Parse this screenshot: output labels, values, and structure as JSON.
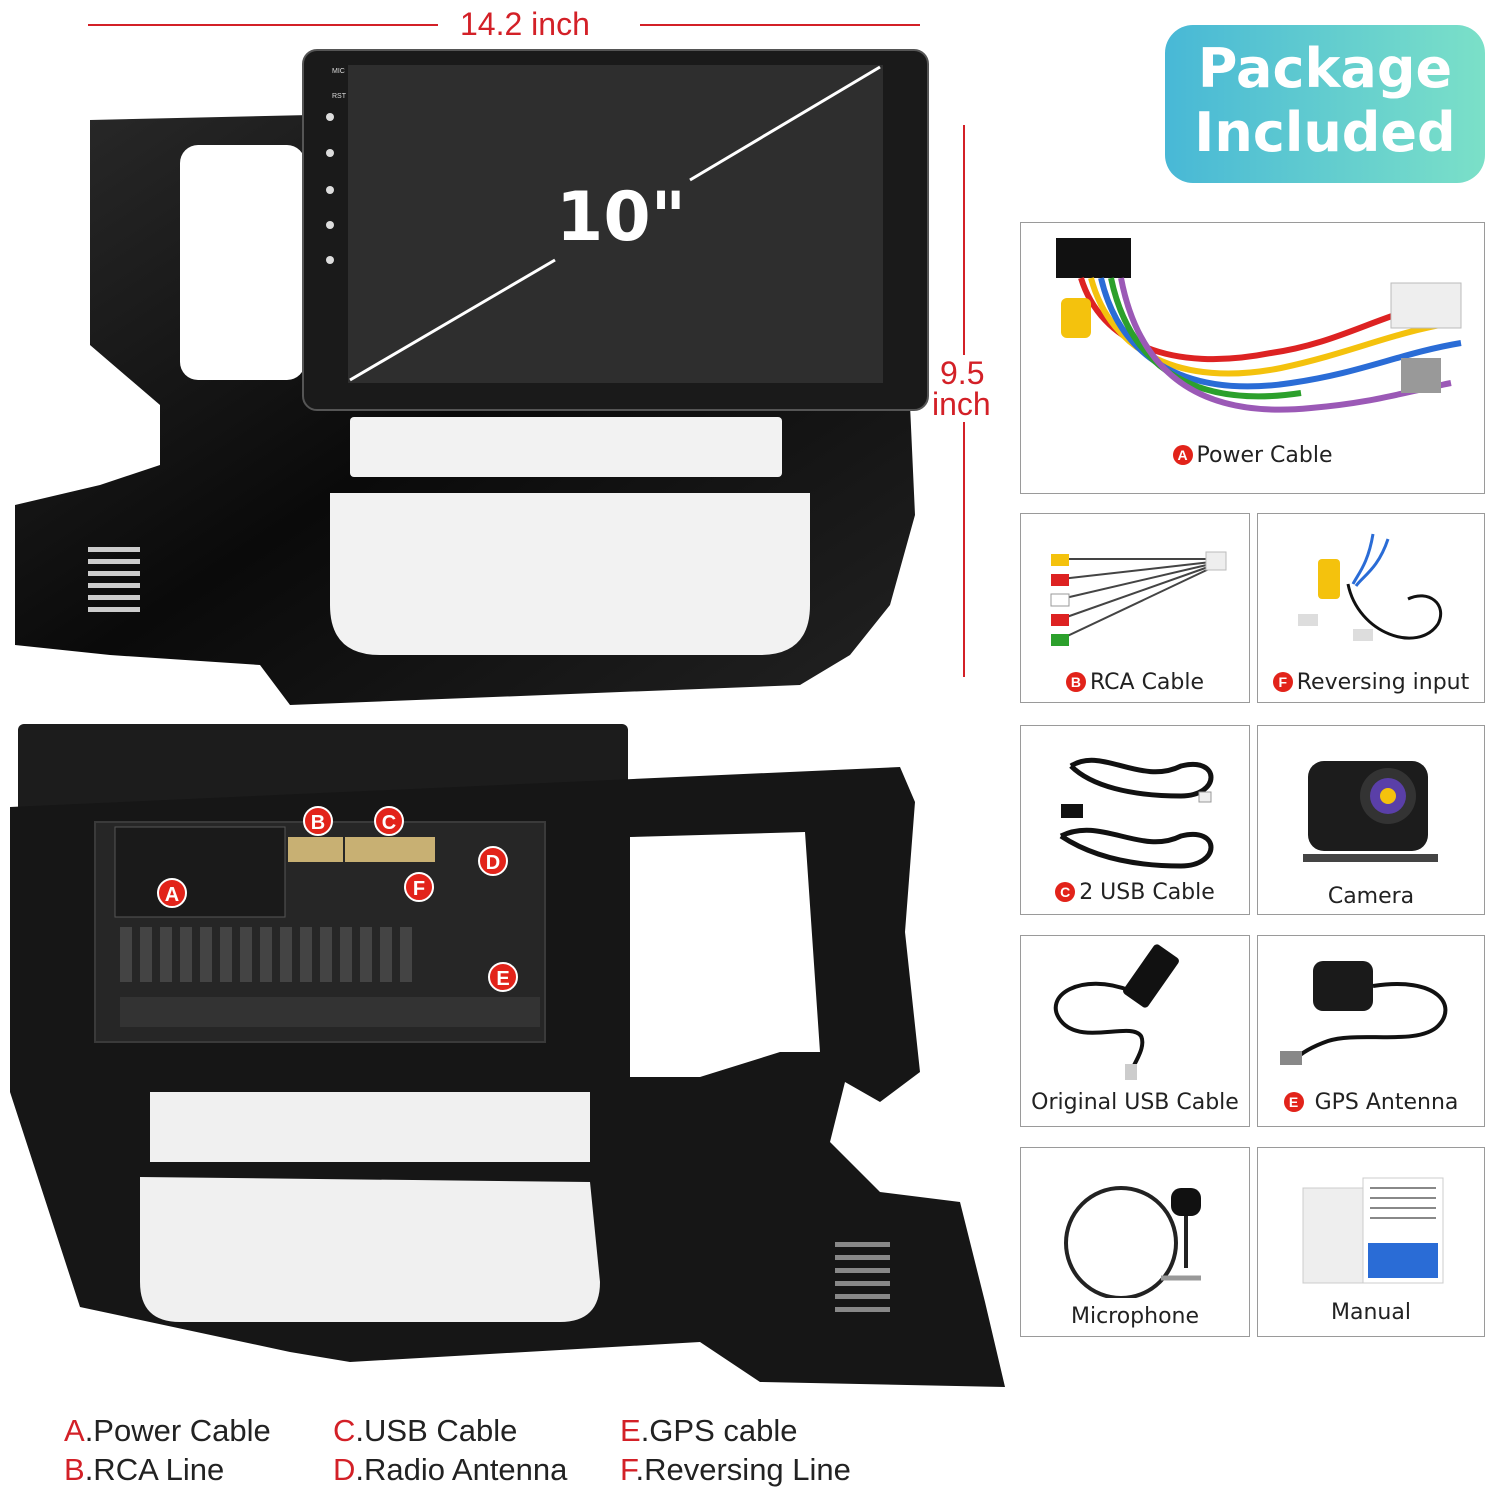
{
  "dimensions": {
    "width_label": "14.2 inch",
    "height_value": "9.5",
    "height_unit": "inch",
    "screen_size": "10\""
  },
  "side_buttons": [
    "MIC",
    "RST"
  ],
  "package": {
    "title_line1": "Package",
    "title_line2": "Included",
    "items": [
      {
        "badge": "A",
        "label": "Power Cable"
      },
      {
        "badge": "B",
        "label": "RCA Cable"
      },
      {
        "badge": "F",
        "label": "Reversing input"
      },
      {
        "badge": "C",
        "label": "2 USB Cable"
      },
      {
        "badge": "",
        "label": "Camera"
      },
      {
        "badge": "",
        "label": "Original USB Cable"
      },
      {
        "badge": "E",
        "label": "GPS Antenna"
      },
      {
        "badge": "",
        "label": "Microphone"
      },
      {
        "badge": "",
        "label": "Manual"
      }
    ]
  },
  "ports": [
    "A",
    "B",
    "C",
    "D",
    "E",
    "F"
  ],
  "legend": [
    {
      "key": "A",
      "label": ".Power Cable"
    },
    {
      "key": "B",
      "label": ".RCA Line"
    },
    {
      "key": "C",
      "label": ".USB Cable"
    },
    {
      "key": "D",
      "label": ".Radio Antenna"
    },
    {
      "key": "E",
      "label": ".GPS cable"
    },
    {
      "key": "F",
      "label": ".Reversing Line"
    }
  ],
  "colors": {
    "accent_red": "#d32027",
    "badge_gradient_start": "#48b8d6",
    "badge_gradient_end": "#7be0c8"
  }
}
